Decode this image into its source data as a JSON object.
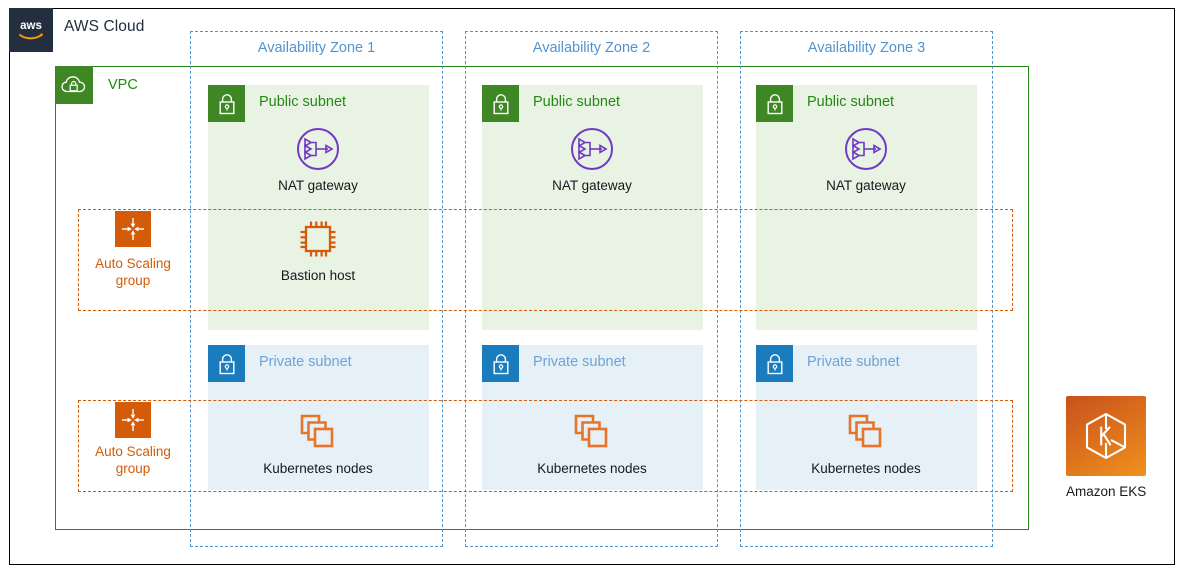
{
  "frame": {
    "title": "AWS Cloud",
    "logo_icon": "aws-logo-icon",
    "border_color": "#000000"
  },
  "vpc": {
    "label": "VPC",
    "icon": "vpc-cloud-lock-icon",
    "color": "#248814",
    "fill": "#ffffff"
  },
  "availability_zones": [
    {
      "label": "Availability Zone 1"
    },
    {
      "label": "Availability Zone 2"
    },
    {
      "label": "Availability Zone 3"
    }
  ],
  "subnets": {
    "public": {
      "label": "Public subnet",
      "icon": "padlock-icon",
      "icon_color": "#3f8624",
      "text_color": "#248814",
      "fill": "#e9f3e4"
    },
    "private": {
      "label": "Private subnet",
      "icon": "padlock-icon",
      "icon_color": "#1a7cbd",
      "text_color": "#6ba4d8",
      "fill": "#e6f0f7"
    }
  },
  "auto_scaling_groups": [
    {
      "label": "Auto Scaling group",
      "icon": "auto-scaling-arrows-icon",
      "color": "#d45b07"
    },
    {
      "label": "Auto Scaling group",
      "icon": "auto-scaling-arrows-icon",
      "color": "#d45b07"
    }
  ],
  "resources": {
    "nat_gateway": {
      "label": "NAT gateway",
      "icon": "nat-gateway-icon",
      "color": "#6f3bc4"
    },
    "bastion_host": {
      "label": "Bastion host",
      "icon": "bastion-host-chip-icon",
      "color": "#d45b07"
    },
    "kubernetes_nodes": {
      "label": "Kubernetes nodes",
      "icon": "kubernetes-nodes-icon",
      "color": "#e8742c"
    }
  },
  "zone_contents": [
    {
      "nat_gateway": true,
      "bastion_host": true,
      "kubernetes_nodes": true
    },
    {
      "nat_gateway": true,
      "bastion_host": false,
      "kubernetes_nodes": true
    },
    {
      "nat_gateway": true,
      "bastion_host": false,
      "kubernetes_nodes": true
    }
  ],
  "service": {
    "label": "Amazon EKS",
    "icon": "amazon-eks-icon",
    "gradient_from": "#c8511b",
    "gradient_to": "#f0911e"
  }
}
